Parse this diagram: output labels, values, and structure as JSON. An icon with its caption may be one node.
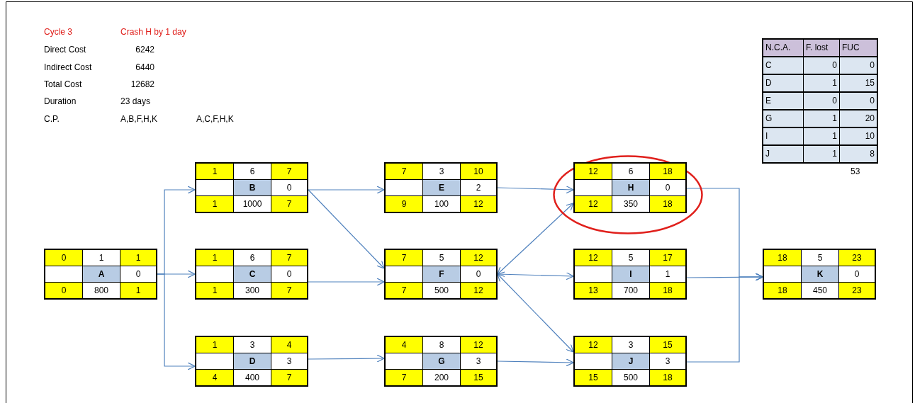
{
  "diagram": {
    "nodes": [
      {
        "text": [
          "0",
          "1",
          "1",
          "A",
          "0",
          "0",
          "800",
          "1"
        ]
      },
      {
        "text": [
          "1",
          "6",
          "7",
          "B",
          "0",
          "1",
          "1000",
          "7"
        ]
      },
      {
        "text": [
          "1",
          "6",
          "7",
          "C",
          "0",
          "1",
          "300",
          "7"
        ]
      },
      {
        "text": [
          "1",
          "3",
          "4",
          "D",
          "3",
          "4",
          "400",
          "7"
        ]
      },
      {
        "text": [
          "7",
          "3",
          "10",
          "E",
          "2",
          "9",
          "100",
          "12"
        ]
      },
      {
        "text": [
          "7",
          "5",
          "12",
          "F",
          "0",
          "7",
          "500",
          "12"
        ]
      },
      {
        "text": [
          "4",
          "8",
          "12",
          "G",
          "3",
          "7",
          "200",
          "15"
        ]
      },
      {
        "text": [],
        "shape": "ellipse"
      },
      {
        "text": [
          "12",
          "6",
          "18",
          "H",
          "0",
          "12",
          "350",
          "18"
        ],
        "in": 7
      },
      {
        "text": [
          "12",
          "5",
          "17",
          "I",
          "1",
          "13",
          "700",
          "18"
        ]
      },
      {
        "text": [
          "12",
          "3",
          "15",
          "J",
          "3",
          "15",
          "500",
          "18"
        ]
      },
      {
        "text": [
          "18",
          "5",
          "23",
          "K",
          "0",
          "18",
          "450",
          "23"
        ]
      }
    ],
    "edges": [
      {
        "from": 0,
        "to": 1,
        "arrow": "to"
      },
      {
        "from": 0,
        "to": 2,
        "arrow": "to"
      },
      {
        "from": 0,
        "to": 3,
        "arrow": "to"
      },
      {
        "from": 1,
        "to": 4,
        "arrow": "to"
      },
      {
        "from": 1,
        "to": 5,
        "arrow": "to"
      },
      {
        "from": 2,
        "to": 5,
        "arrow": "to"
      },
      {
        "from": 3,
        "to": 6,
        "arrow": "to"
      },
      {
        "from": 4,
        "to": 8,
        "arrow": "to"
      },
      {
        "from": 5,
        "to": 8,
        "arrow": "both"
      },
      {
        "from": 5,
        "to": 9,
        "arrow": "to"
      },
      {
        "from": 5,
        "to": 10,
        "arrow": "both"
      },
      {
        "from": 6,
        "to": 10,
        "arrow": "to"
      },
      {
        "from": 8,
        "to": 11,
        "arrow": "to"
      },
      {
        "from": 9,
        "to": 11,
        "arrow": "to"
      },
      {
        "from": 10,
        "to": 11,
        "arrow": "to"
      }
    ],
    "labels": [
      "Cycle 3",
      "Crash H by 1 day",
      "Direct Cost",
      "6242",
      "Indirect Cost",
      "6440",
      "Total Cost",
      "12682",
      "Duration",
      "23 days",
      "C.P.",
      "A,B,F,H,K",
      "A,C,F,H,K",
      "N.C.A.",
      "F. lost",
      "FUC",
      "C",
      "0",
      "0",
      "D",
      "1",
      "15",
      "E",
      "0",
      "0",
      "G",
      "1",
      "20",
      "I",
      "1",
      "10",
      "J",
      "1",
      "8",
      "53"
    ]
  }
}
